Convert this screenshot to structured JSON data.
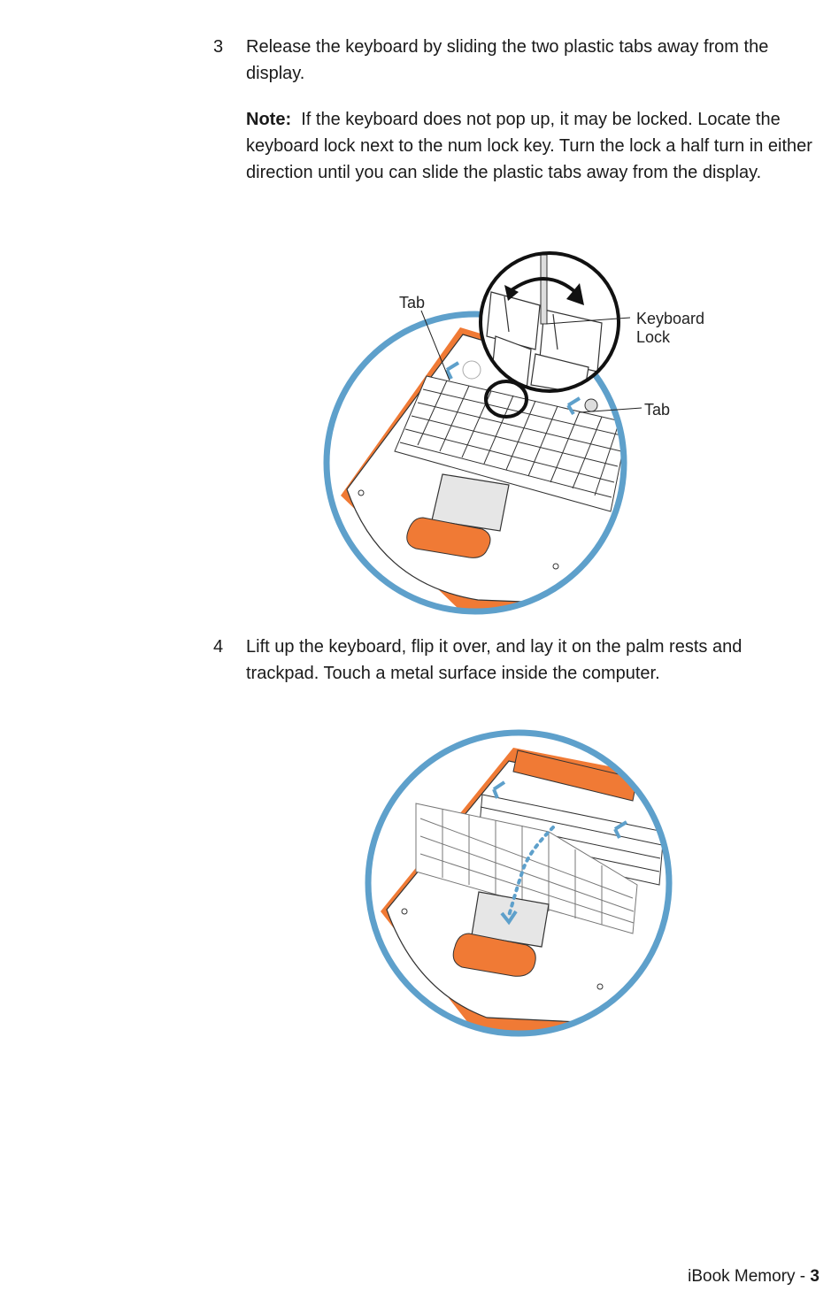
{
  "steps": [
    {
      "number": "3",
      "text": "Release the keyboard by sliding the two plastic tabs away from the display."
    },
    {
      "number": "4",
      "text": "Lift up the keyboard, flip it over, and lay it on the palm rests and trackpad. Touch a metal surface inside the computer."
    }
  ],
  "note": {
    "label": "Note:",
    "text": "If the keyboard does not pop up, it may be locked. Locate the keyboard lock next to the num lock key. Turn the lock a half turn in either direction until you can slide the plastic tabs away from the display."
  },
  "figure1": {
    "labels": {
      "tab_left": "Tab",
      "keyboard": "Keyboard",
      "lock": "Lock",
      "tab_right": "Tab"
    }
  },
  "footer": {
    "title": "iBook Memory - ",
    "page": "3"
  },
  "colors": {
    "circle": "#5ea0cb",
    "orange": "#f07a35",
    "trackpad": "#e6e6e6"
  }
}
